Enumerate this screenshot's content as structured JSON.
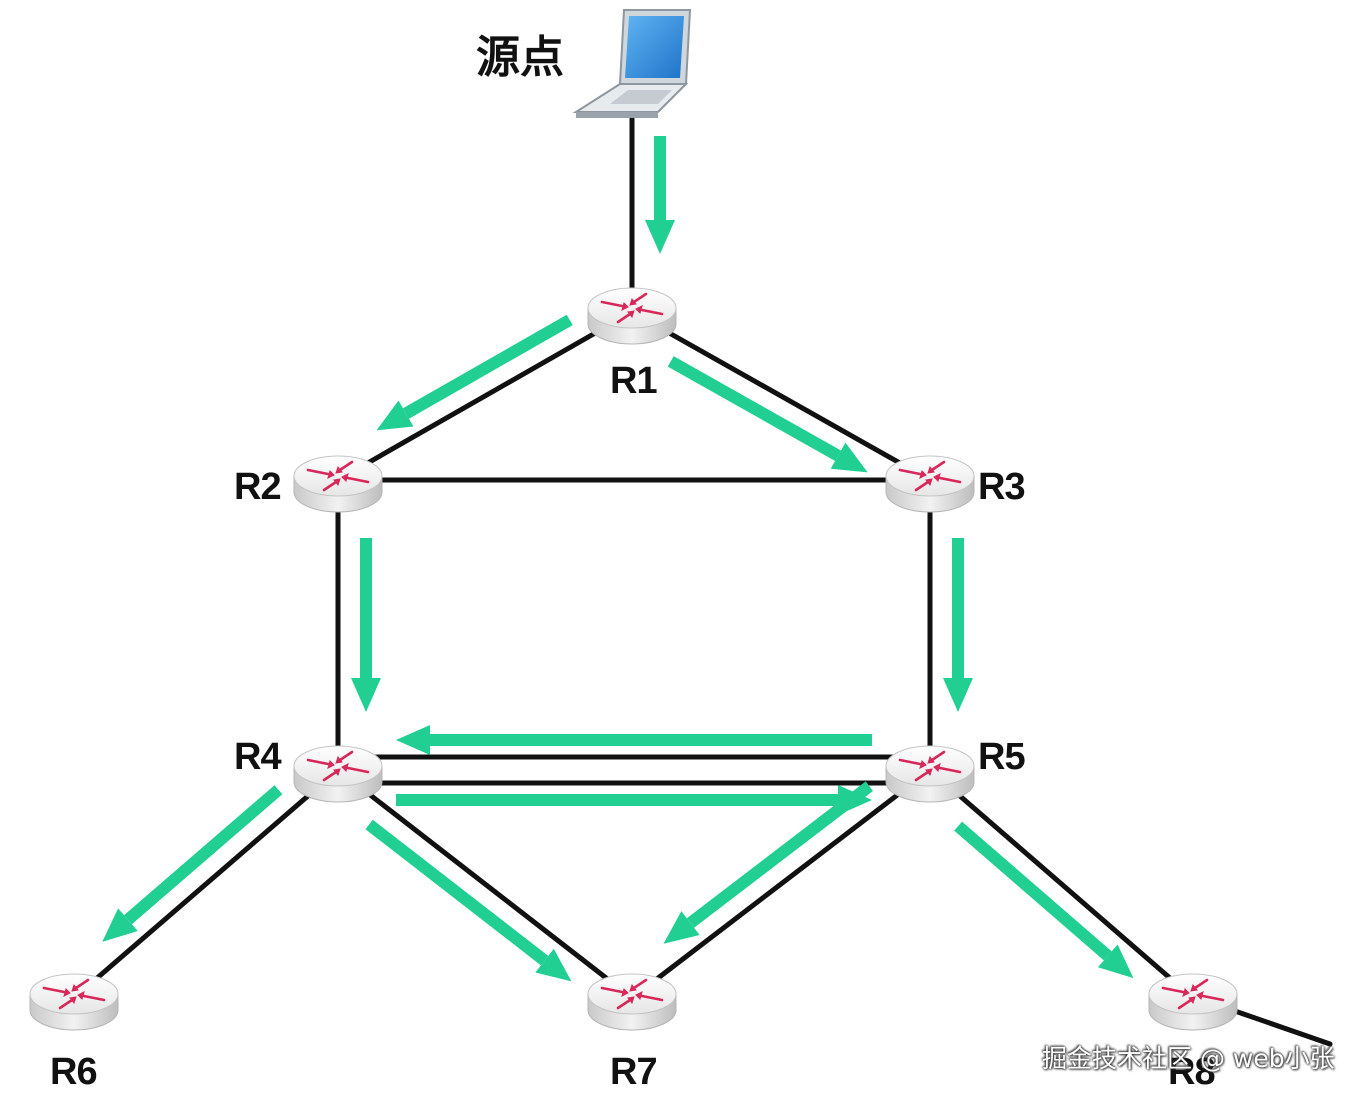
{
  "source": {
    "label": "源点",
    "icon": "laptop-icon"
  },
  "routers": [
    {
      "id": "R1",
      "label": "R1"
    },
    {
      "id": "R2",
      "label": "R2"
    },
    {
      "id": "R3",
      "label": "R3"
    },
    {
      "id": "R4",
      "label": "R4"
    },
    {
      "id": "R5",
      "label": "R5"
    },
    {
      "id": "R6",
      "label": "R6"
    },
    {
      "id": "R7",
      "label": "R7"
    },
    {
      "id": "R8",
      "label": "R8"
    }
  ],
  "links": [
    [
      "源点",
      "R1"
    ],
    [
      "R1",
      "R2"
    ],
    [
      "R1",
      "R3"
    ],
    [
      "R2",
      "R3"
    ],
    [
      "R2",
      "R4"
    ],
    [
      "R3",
      "R5"
    ],
    [
      "R4",
      "R5"
    ],
    [
      "R4",
      "R6"
    ],
    [
      "R4",
      "R7"
    ],
    [
      "R5",
      "R7"
    ],
    [
      "R5",
      "R8"
    ]
  ],
  "flows": [
    [
      "源点",
      "R1"
    ],
    [
      "R1",
      "R2"
    ],
    [
      "R1",
      "R3"
    ],
    [
      "R2",
      "R4"
    ],
    [
      "R3",
      "R5"
    ],
    [
      "R4",
      "R5"
    ],
    [
      "R5",
      "R4"
    ],
    [
      "R4",
      "R6"
    ],
    [
      "R4",
      "R7"
    ],
    [
      "R5",
      "R7"
    ],
    [
      "R5",
      "R8"
    ]
  ],
  "colors": {
    "link": "#111111",
    "flow": "#21cf93",
    "router_arrow": "#d8285a"
  },
  "watermark": "掘金技术社区 @ web小张"
}
